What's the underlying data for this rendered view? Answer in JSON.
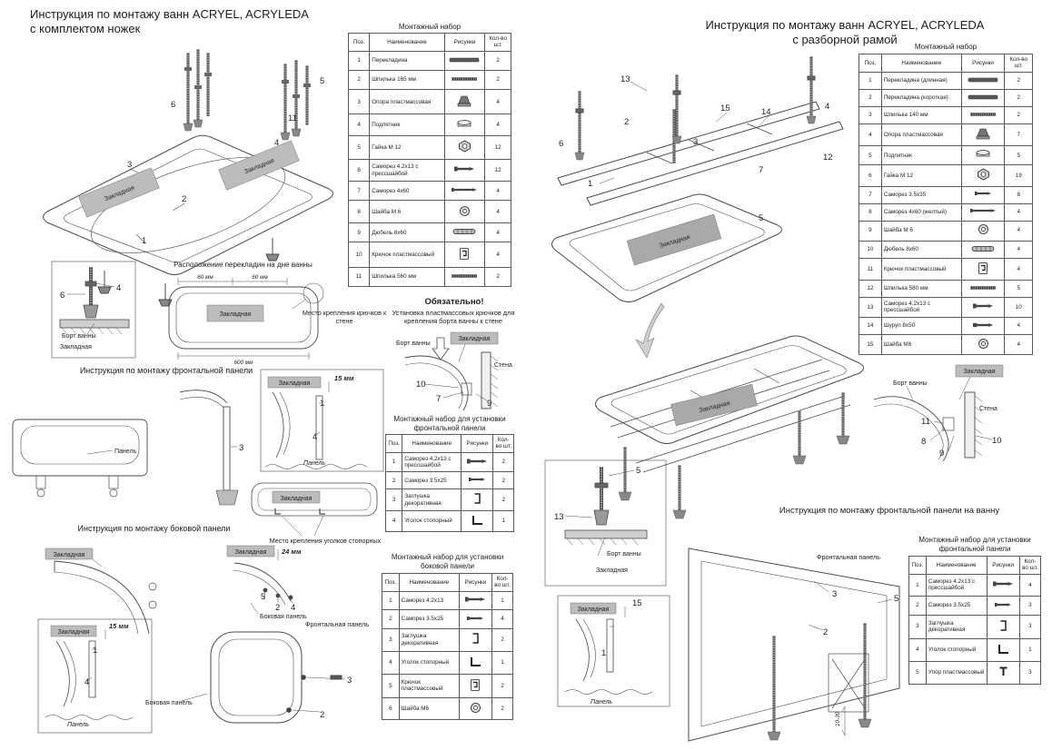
{
  "palette": {
    "ink": "#4a4a4a",
    "inlay_fill": "#bcbcbc",
    "inlay_dark": "#a9a9a9",
    "paper": "#ffffff"
  },
  "left": {
    "title_line1": "Инструкция по монтажу ванн ACRYEL, ACRYLEDA",
    "title_line2": "с комплектом ножек",
    "diagram_caption": "Расположение перекладин на дне ванны",
    "headings": {
      "front_panel": "Инструкция по монтажу фронтальной панели",
      "side_panel": "Инструкция по монтажу боковой панели"
    },
    "mandatory_title": "Обязательно!",
    "mandatory_text": "Установка пластмассовых крючков для крепления борта ванны к стене",
    "notes": {
      "hooks_place": "Место крепления крючков к стене",
      "angles_place": "Место крепления уголков стопорных"
    },
    "labels": {
      "inlay": "Закладная",
      "bath_edge": "Борт ванны",
      "wall": "Стена",
      "panel": "Панель",
      "side_panel": "Боковая панель",
      "front_panel": "Фронтальная панель"
    },
    "dims": {
      "d15": "15 мм",
      "d24": "24 мм",
      "d60": "60 мм",
      "d600": "600 мм"
    },
    "callouts": {
      "c1": "1",
      "c2": "2",
      "c3": "3",
      "c4": "4",
      "c5": "5",
      "c6": "6",
      "c7": "7",
      "c9": "9",
      "c10": "10",
      "c11": "11"
    },
    "main_kit": {
      "title": "Монтажный набор",
      "headers": [
        "Поз.",
        "Наименование",
        "Рисунки",
        "Кол-во шт."
      ],
      "rows": [
        {
          "pos": "1",
          "name": "Перекладина",
          "icon": "crossbar",
          "qty": "2"
        },
        {
          "pos": "2",
          "name": "Шпилька 165 мм",
          "icon": "stud",
          "qty": "2"
        },
        {
          "pos": "3",
          "name": "Опора пластмассовая",
          "icon": "support",
          "qty": "4"
        },
        {
          "pos": "4",
          "name": "Подпятник",
          "icon": "foot",
          "qty": "4"
        },
        {
          "pos": "5",
          "name": "Гайка М 12",
          "icon": "nut",
          "qty": "12"
        },
        {
          "pos": "6",
          "name": "Саморез 4.2х13 с прессшайбой",
          "icon": "screw_press",
          "qty": "12"
        },
        {
          "pos": "7",
          "name": "Саморез 4х60",
          "icon": "screw_long",
          "qty": "4"
        },
        {
          "pos": "8",
          "name": "Шайба М 6",
          "icon": "washer",
          "qty": "4"
        },
        {
          "pos": "9",
          "name": "Дюбель 8х60",
          "icon": "dowel",
          "qty": "4"
        },
        {
          "pos": "10",
          "name": "Крючок пластмассовый",
          "icon": "hook",
          "qty": "4"
        },
        {
          "pos": "11",
          "name": "Шпилька 560 мм",
          "icon": "stud",
          "qty": "2"
        }
      ]
    },
    "front_kit": {
      "title": "Монтажный набор для установки фронтальной панели",
      "headers": [
        "Поз.",
        "Наименование",
        "Рисунки",
        "Кол-во шт."
      ],
      "rows": [
        {
          "pos": "1",
          "name": "Саморез 4.2х13 с прессшайбой",
          "icon": "screw_press",
          "qty": "2"
        },
        {
          "pos": "2",
          "name": "Саморез 3.5х25",
          "icon": "screw",
          "qty": "2"
        },
        {
          "pos": "3",
          "name": "Заглушка декоративная",
          "icon": "cap",
          "qty": "2"
        },
        {
          "pos": "4",
          "name": "Уголок стопорный",
          "icon": "angle",
          "qty": "1"
        }
      ]
    },
    "side_kit": {
      "title": "Монтажный набор для установки боковой панели",
      "headers": [
        "Поз.",
        "Наименование",
        "Рисунки",
        "Кол-во шт."
      ],
      "rows": [
        {
          "pos": "1",
          "name": "Саморез 4.2х13",
          "icon": "screw_press",
          "qty": "1"
        },
        {
          "pos": "2",
          "name": "Саморез 3.5х25",
          "icon": "screw",
          "qty": "4"
        },
        {
          "pos": "3",
          "name": "Заглушка декоративная",
          "icon": "cap",
          "qty": "2"
        },
        {
          "pos": "4",
          "name": "Уголок стопорный",
          "icon": "angle",
          "qty": "1"
        },
        {
          "pos": "5",
          "name": "Крючок пластмассовый",
          "icon": "hook",
          "qty": "2"
        },
        {
          "pos": "6",
          "name": "Шайба М6",
          "icon": "washer",
          "qty": "2"
        }
      ]
    }
  },
  "right": {
    "title_line1": "Инструкция по монтажу ванн ACRYEL, ACRYLEDA",
    "title_line2": "с разборной рамой",
    "headings": {
      "front_panel": "Инструкция по монтажу фронтальной панели на ванну"
    },
    "labels": {
      "inlay": "Закладная",
      "bath_edge": "Борт ванны",
      "wall": "Стена",
      "panel": "Панель",
      "front_panel": "Фронтальная панель"
    },
    "dim_range": "10-30",
    "callouts": {
      "c1": "1",
      "c2": "2",
      "c3": "3",
      "c4": "4",
      "c5": "5",
      "c6": "6",
      "c7": "7",
      "c8": "8",
      "c9": "9",
      "c10": "10",
      "c11": "11",
      "c12": "12",
      "c13": "13",
      "c14": "14",
      "c15": "15"
    },
    "main_kit": {
      "title": "Монтажный набор",
      "headers": [
        "Поз.",
        "Наименование",
        "Рисунки",
        "Кол-во шт."
      ],
      "rows": [
        {
          "pos": "1",
          "name": "Перекладина (длинная)",
          "icon": "crossbar",
          "qty": "2"
        },
        {
          "pos": "2",
          "name": "Перекладина (короткая)",
          "icon": "crossbar",
          "qty": "2"
        },
        {
          "pos": "3",
          "name": "Шпилька 140 мм",
          "icon": "stud",
          "qty": "2"
        },
        {
          "pos": "4",
          "name": "Опора пластмассовая",
          "icon": "support",
          "qty": "7"
        },
        {
          "pos": "5",
          "name": "Подпятник",
          "icon": "foot",
          "qty": "5"
        },
        {
          "pos": "6",
          "name": "Гайка М 12",
          "icon": "nut",
          "qty": "19"
        },
        {
          "pos": "7",
          "name": "Саморез 3.5х35",
          "icon": "screw",
          "qty": "8"
        },
        {
          "pos": "8",
          "name": "Саморез 4х60 (желтый)",
          "icon": "screw_long",
          "qty": "4"
        },
        {
          "pos": "9",
          "name": "Шайба М 6",
          "icon": "washer",
          "qty": "4"
        },
        {
          "pos": "10",
          "name": "Дюбель 8х60",
          "icon": "dowel",
          "qty": "4"
        },
        {
          "pos": "11",
          "name": "Крючок пластмассовый",
          "icon": "hook",
          "qty": "4"
        },
        {
          "pos": "12",
          "name": "Шпилька 580 мм",
          "icon": "stud",
          "qty": "5"
        },
        {
          "pos": "13",
          "name": "Саморез 4.2х13 с прессшайбой",
          "icon": "screw_press",
          "qty": "10"
        },
        {
          "pos": "14",
          "name": "Шуруп 8х50",
          "icon": "lag",
          "qty": "4"
        },
        {
          "pos": "15",
          "name": "Шайба М8",
          "icon": "washer",
          "qty": "4"
        }
      ]
    },
    "front_kit": {
      "title": "Монтажный набор для установки фронтальной панели",
      "headers": [
        "Поз.",
        "Наименование",
        "Рисунки",
        "Кол-во шт."
      ],
      "rows": [
        {
          "pos": "1",
          "name": "Саморез 4.2х13 с прессшайбой",
          "icon": "screw_press",
          "qty": "4"
        },
        {
          "pos": "2",
          "name": "Саморез 3.5х25",
          "icon": "screw",
          "qty": "3"
        },
        {
          "pos": "3",
          "name": "Заглушка декоративная",
          "icon": "cap",
          "qty": "3"
        },
        {
          "pos": "4",
          "name": "Уголок стопорный",
          "icon": "angle",
          "qty": "1"
        },
        {
          "pos": "5",
          "name": "Упор пластмассовый",
          "icon": "stop",
          "qty": "3"
        }
      ]
    }
  }
}
